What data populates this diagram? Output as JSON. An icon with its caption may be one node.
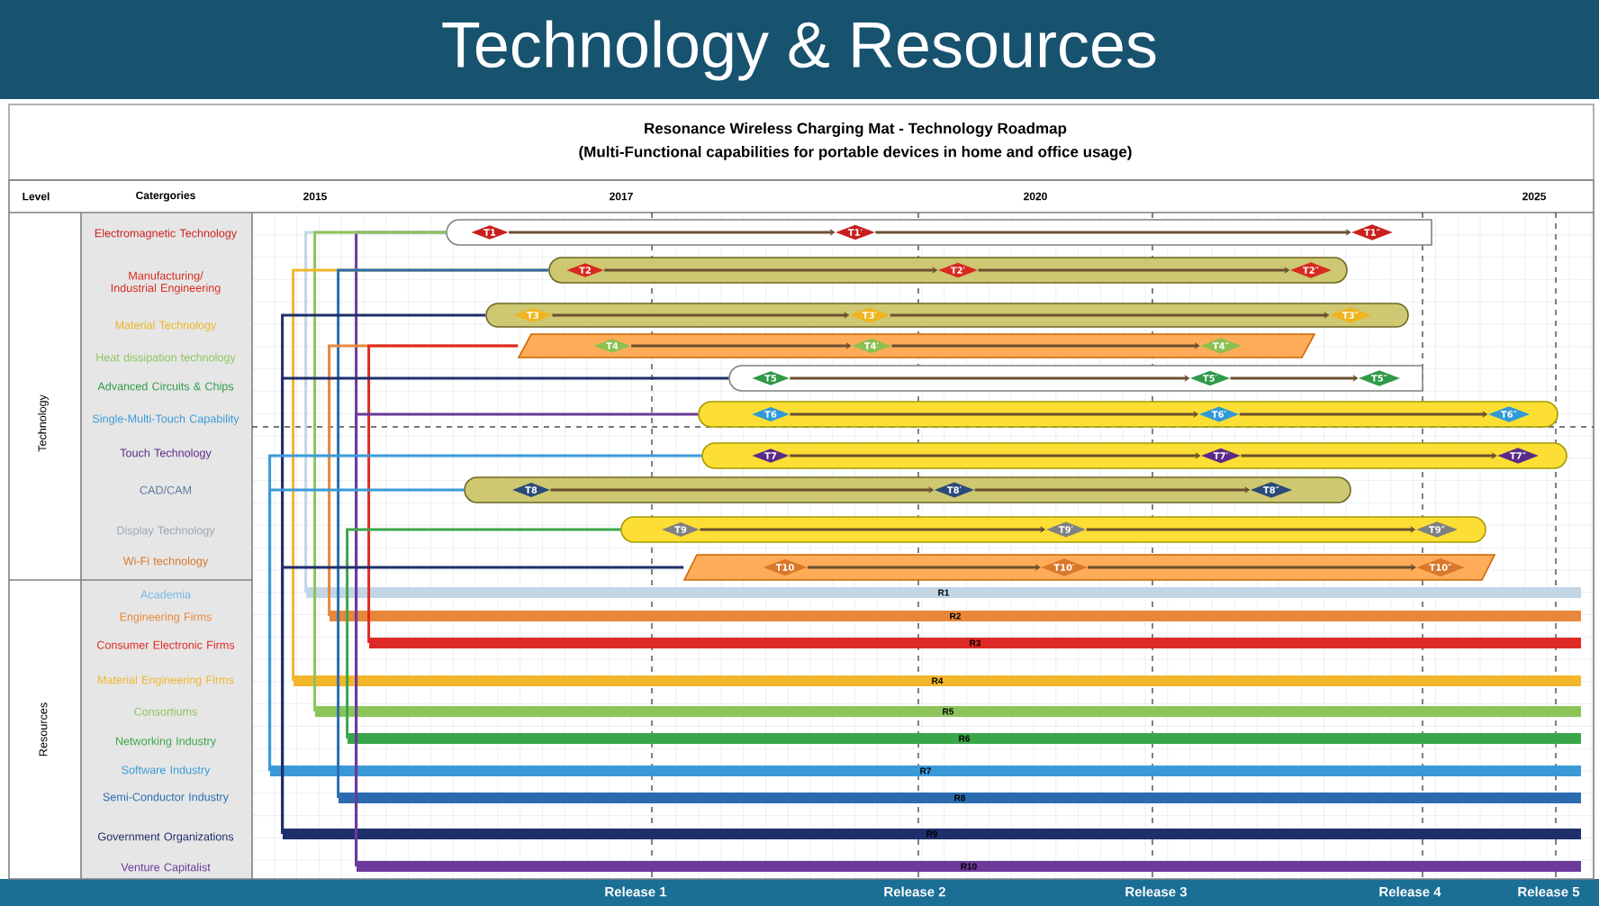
{
  "diagram": {
    "title": "Technology & Resources",
    "nodes": [
      {
        "text": [],
        "shape": "bar"
      },
      {
        "text": [
          "T1"
        ],
        "in": 0
      },
      {
        "text": [
          "T1′"
        ],
        "in": 0
      },
      {
        "text": [
          "T1″"
        ],
        "in": 0
      },
      {
        "text": [],
        "shape": "bar"
      },
      {
        "text": [
          "T2"
        ],
        "in": 4
      },
      {
        "text": [
          "T2′"
        ],
        "in": 4
      },
      {
        "text": [
          "T2″"
        ],
        "in": 4
      },
      {
        "text": [],
        "shape": "bar"
      },
      {
        "text": [
          "T3"
        ],
        "in": 8
      },
      {
        "text": [
          "T3′"
        ],
        "in": 8
      },
      {
        "text": [
          "T3″"
        ],
        "in": 8
      },
      {
        "text": [],
        "shape": "bar"
      },
      {
        "text": [
          "T4"
        ],
        "in": 12
      },
      {
        "text": [
          "T4′"
        ],
        "in": 12
      },
      {
        "text": [
          "T4″"
        ],
        "in": 12
      },
      {
        "text": [],
        "shape": "bar"
      },
      {
        "text": [
          "T5"
        ],
        "in": 16
      },
      {
        "text": [
          "T5′"
        ],
        "in": 16
      },
      {
        "text": [
          "T5″"
        ],
        "in": 16
      },
      {
        "text": [],
        "shape": "bar"
      },
      {
        "text": [
          "T6"
        ],
        "in": 20
      },
      {
        "text": [
          "T6′"
        ],
        "in": 20
      },
      {
        "text": [
          "T6″"
        ],
        "in": 20
      },
      {
        "text": [],
        "shape": "bar"
      },
      {
        "text": [
          "T7"
        ],
        "in": 24
      },
      {
        "text": [
          "T7′"
        ],
        "in": 24
      },
      {
        "text": [
          "T7″"
        ],
        "in": 24
      },
      {
        "text": [],
        "shape": "bar"
      },
      {
        "text": [
          "T8"
        ],
        "in": 28
      },
      {
        "text": [
          "T8′"
        ],
        "in": 28
      },
      {
        "text": [
          "T8″"
        ],
        "in": 28
      },
      {
        "text": [],
        "shape": "bar"
      },
      {
        "text": [
          "T9"
        ],
        "in": 32
      },
      {
        "text": [
          "T9′"
        ],
        "in": 32
      },
      {
        "text": [
          "T9″"
        ],
        "in": 32
      },
      {
        "text": [],
        "shape": "bar"
      },
      {
        "text": [
          "T10"
        ],
        "in": 36
      },
      {
        "text": [
          "T10′"
        ],
        "in": 36
      },
      {
        "text": [
          "T10″"
        ],
        "in": 36
      },
      {
        "text": [
          "R1"
        ]
      },
      {
        "text": [
          "R2"
        ]
      },
      {
        "text": [
          "R3"
        ]
      },
      {
        "text": [
          "R4"
        ]
      },
      {
        "text": [
          "R5"
        ]
      },
      {
        "text": [
          "R6"
        ]
      },
      {
        "text": [
          "R7"
        ]
      },
      {
        "text": [
          "R8"
        ]
      },
      {
        "text": [
          "R9"
        ]
      },
      {
        "text": [
          "R10"
        ]
      }
    ],
    "edges": [
      {
        "from": 1,
        "to": 2,
        "arrow": "to"
      },
      {
        "from": 2,
        "to": 3,
        "arrow": "to"
      },
      {
        "from": 5,
        "to": 6,
        "arrow": "to"
      },
      {
        "from": 6,
        "to": 7,
        "arrow": "to"
      },
      {
        "from": 9,
        "to": 10,
        "arrow": "to"
      },
      {
        "from": 10,
        "to": 11,
        "arrow": "to"
      },
      {
        "from": 13,
        "to": 14,
        "arrow": "to"
      },
      {
        "from": 14,
        "to": 15,
        "arrow": "to"
      },
      {
        "from": 17,
        "to": 18,
        "arrow": "to"
      },
      {
        "from": 18,
        "to": 19,
        "arrow": "to"
      },
      {
        "from": 21,
        "to": 22,
        "arrow": "to"
      },
      {
        "from": 22,
        "to": 23,
        "arrow": "to"
      },
      {
        "from": 25,
        "to": 26,
        "arrow": "to"
      },
      {
        "from": 26,
        "to": 27,
        "arrow": "to"
      },
      {
        "from": 29,
        "to": 30,
        "arrow": "to"
      },
      {
        "from": 30,
        "to": 31,
        "arrow": "to"
      },
      {
        "from": 33,
        "to": 34,
        "arrow": "to"
      },
      {
        "from": 34,
        "to": 35,
        "arrow": "to"
      },
      {
        "from": 37,
        "to": 38,
        "arrow": "to"
      },
      {
        "from": 38,
        "to": 39,
        "arrow": "to"
      },
      {
        "from": 49,
        "to": 0,
        "arrow": "none",
        "color": "#6b3a9a"
      },
      {
        "from": 40,
        "to": 0,
        "arrow": "none",
        "color": "#c3d6e6"
      },
      {
        "from": 44,
        "to": 0,
        "arrow": "none",
        "color": "#8dc45a"
      },
      {
        "from": 43,
        "to": 4,
        "arrow": "none",
        "color": "#f2b62a"
      },
      {
        "from": 47,
        "to": 4,
        "arrow": "none",
        "color": "#2b6cb0"
      },
      {
        "from": 48,
        "to": 8,
        "arrow": "none",
        "color": "#1f2f6b"
      },
      {
        "from": 41,
        "to": 12,
        "arrow": "none",
        "color": "#e8873a"
      },
      {
        "from": 42,
        "to": 12,
        "arrow": "none",
        "color": "#de2a26"
      },
      {
        "from": 48,
        "to": 16,
        "arrow": "none",
        "color": "#1f2f6b"
      },
      {
        "from": 49,
        "to": 20,
        "arrow": "none",
        "color": "#6b3a9a"
      },
      {
        "from": 46,
        "to": 24,
        "arrow": "none",
        "color": "#3a9ad8"
      },
      {
        "from": 46,
        "to": 28,
        "arrow": "none",
        "color": "#3a9ad8"
      },
      {
        "from": 45,
        "to": 32,
        "arrow": "none",
        "color": "#3aa64a"
      },
      {
        "from": 48,
        "to": 36,
        "arrow": "none",
        "color": "#1f2f6b"
      }
    ],
    "labels": [
      "Resonance Wireless Charging Mat - Technology Roadmap",
      "(Multi-Functional capabilities for portable devices in home and office usage)",
      "Level",
      "Catergories",
      "2015",
      "2017",
      "2020",
      "2025",
      "Technology",
      "Electromagnetic Technology",
      "Manufacturing/ Industrial Engineering",
      "Material Technology",
      "Heat dissipation technology",
      "Advanced Circuits & Chips",
      "Single-Multi-Touch Capability",
      "Touch Technology",
      "CAD/CAM",
      "Display Technology",
      "Wi-Fi technology",
      "Resources",
      "Academia",
      "Engineering Firms",
      "Consumer Electronic Firms",
      "Material Engineering Firms",
      "Consortiums",
      "Networking Industry",
      "Software Industry",
      "Semi-Conductor Industry",
      "Government Organizations",
      "Venture Capitalist",
      "Release 1",
      "Release 2",
      "Release 3",
      "Release 4",
      "Release 5"
    ]
  }
}
